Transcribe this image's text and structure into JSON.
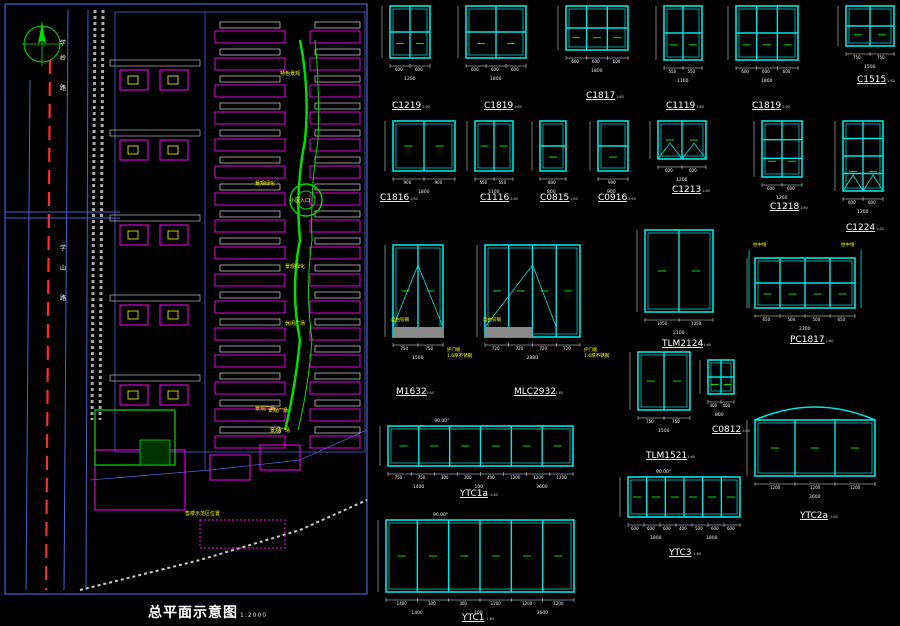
{
  "site_plan": {
    "title": "总平面示意图",
    "scale": "1:2000",
    "road_labels": [
      "学",
      "岭",
      "路",
      "学",
      "山",
      "路"
    ],
    "callouts": [
      "特色景观",
      "景观绿化",
      "小区入口",
      "景观绿化",
      "休闲广场",
      "景观广场",
      "景观广场",
      "景观广场",
      "售楼示范区位置"
    ]
  },
  "colors": {
    "background": "#000000",
    "frame": "#4a5fd6",
    "roads": "#ff2a2a",
    "buildings": "#ff00ff",
    "landscape": "#00e000",
    "window_outline": "#00e5e5",
    "dimension": "#f0f0f0",
    "annotation": "#ffff00",
    "parking": "#f0f0f0"
  },
  "windows": [
    {
      "code": "C1219",
      "scale": "1:60",
      "widths": [
        "600",
        "600"
      ],
      "total": "1200"
    },
    {
      "code": "C1819",
      "scale": "1:60",
      "widths": [
        "600",
        "600",
        "600"
      ],
      "total": "1800"
    },
    {
      "code": "C1817",
      "scale": "1:60",
      "widths": [
        "600",
        "600",
        "600"
      ],
      "total": "1800"
    },
    {
      "code": "C1119",
      "scale": "1:60",
      "widths": [
        "550",
        "550"
      ],
      "total": "1100"
    },
    {
      "code": "C1819",
      "scale": "1:60",
      "widths": [
        "600",
        "600",
        "600"
      ],
      "total": "1800"
    },
    {
      "code": "C1515",
      "scale": "1:60",
      "widths": [
        "750",
        "750"
      ],
      "total": "1500"
    },
    {
      "code": "C1816",
      "scale": "1:60",
      "widths": [
        "900",
        "900"
      ],
      "total": "1800"
    },
    {
      "code": "C1116",
      "scale": "1:60",
      "widths": [
        "550",
        "550"
      ],
      "total": "1100"
    },
    {
      "code": "C0815",
      "scale": "1:60",
      "widths": [
        "800"
      ],
      "total": "800"
    },
    {
      "code": "C0916",
      "scale": "1:60",
      "widths": [
        "900"
      ],
      "total": "900"
    },
    {
      "code": "C1213",
      "scale": "1:60",
      "widths": [
        "600",
        "600"
      ],
      "total": "1200"
    },
    {
      "code": "C1218",
      "scale": "1:60",
      "widths": [
        "600",
        "600"
      ],
      "total": "1200"
    },
    {
      "code": "C1224",
      "scale": "1:60",
      "widths": [
        "600",
        "600"
      ],
      "total": "1200"
    },
    {
      "code": "M1632",
      "scale": "1:60",
      "widths": [
        "750",
        "750"
      ],
      "total": "1500",
      "notes": [
        "自由铰钢",
        "护门板",
        "1.6厚不锈钢"
      ]
    },
    {
      "code": "MLC2932",
      "scale": "1:60",
      "widths": [
        "720",
        "720",
        "720",
        "720"
      ],
      "total": "2880",
      "notes": [
        "自由铰钢",
        "护门板",
        "1.6厚不锈钢"
      ]
    },
    {
      "code": "TLM2124",
      "scale": "1:60",
      "widths": [
        "1050",
        "1050"
      ],
      "total": "2100"
    },
    {
      "code": "PC1817",
      "scale": "1:60",
      "widths": [
        "650",
        "500",
        "500",
        "650"
      ],
      "total": "2300",
      "notes": [
        "柱中线",
        "柱中线"
      ]
    },
    {
      "code": "TLM1521",
      "scale": "1:60",
      "widths": [
        "750",
        "750"
      ],
      "total": "1500"
    },
    {
      "code": "C0812",
      "scale": "1:60",
      "widths": [
        "400",
        "400"
      ],
      "total": "800"
    },
    {
      "code": "YTC1a",
      "scale": "1:60",
      "widths": [
        "750",
        "750",
        "300",
        "300",
        "400",
        "1200",
        "1200",
        "1200"
      ],
      "totals": [
        "1400",
        "100",
        "3600"
      ],
      "angle": "90.00°"
    },
    {
      "code": "YTC2a",
      "scale": "1:60",
      "widths": [
        "1200",
        "1200",
        "1200"
      ],
      "total": "3600"
    },
    {
      "code": "YTC3",
      "scale": "1:60",
      "widths": [
        "600",
        "600",
        "600",
        "400",
        "500",
        "600",
        "600"
      ],
      "totals": [
        "1800",
        "1800"
      ],
      "angle": "90.00°"
    },
    {
      "code": "YTC1",
      "scale": "1:60",
      "widths": [
        "1400",
        "300",
        "300",
        "1200",
        "1200",
        "1200"
      ],
      "totals": [
        "1400",
        "100",
        "3600"
      ],
      "angle": "90.00°"
    }
  ]
}
